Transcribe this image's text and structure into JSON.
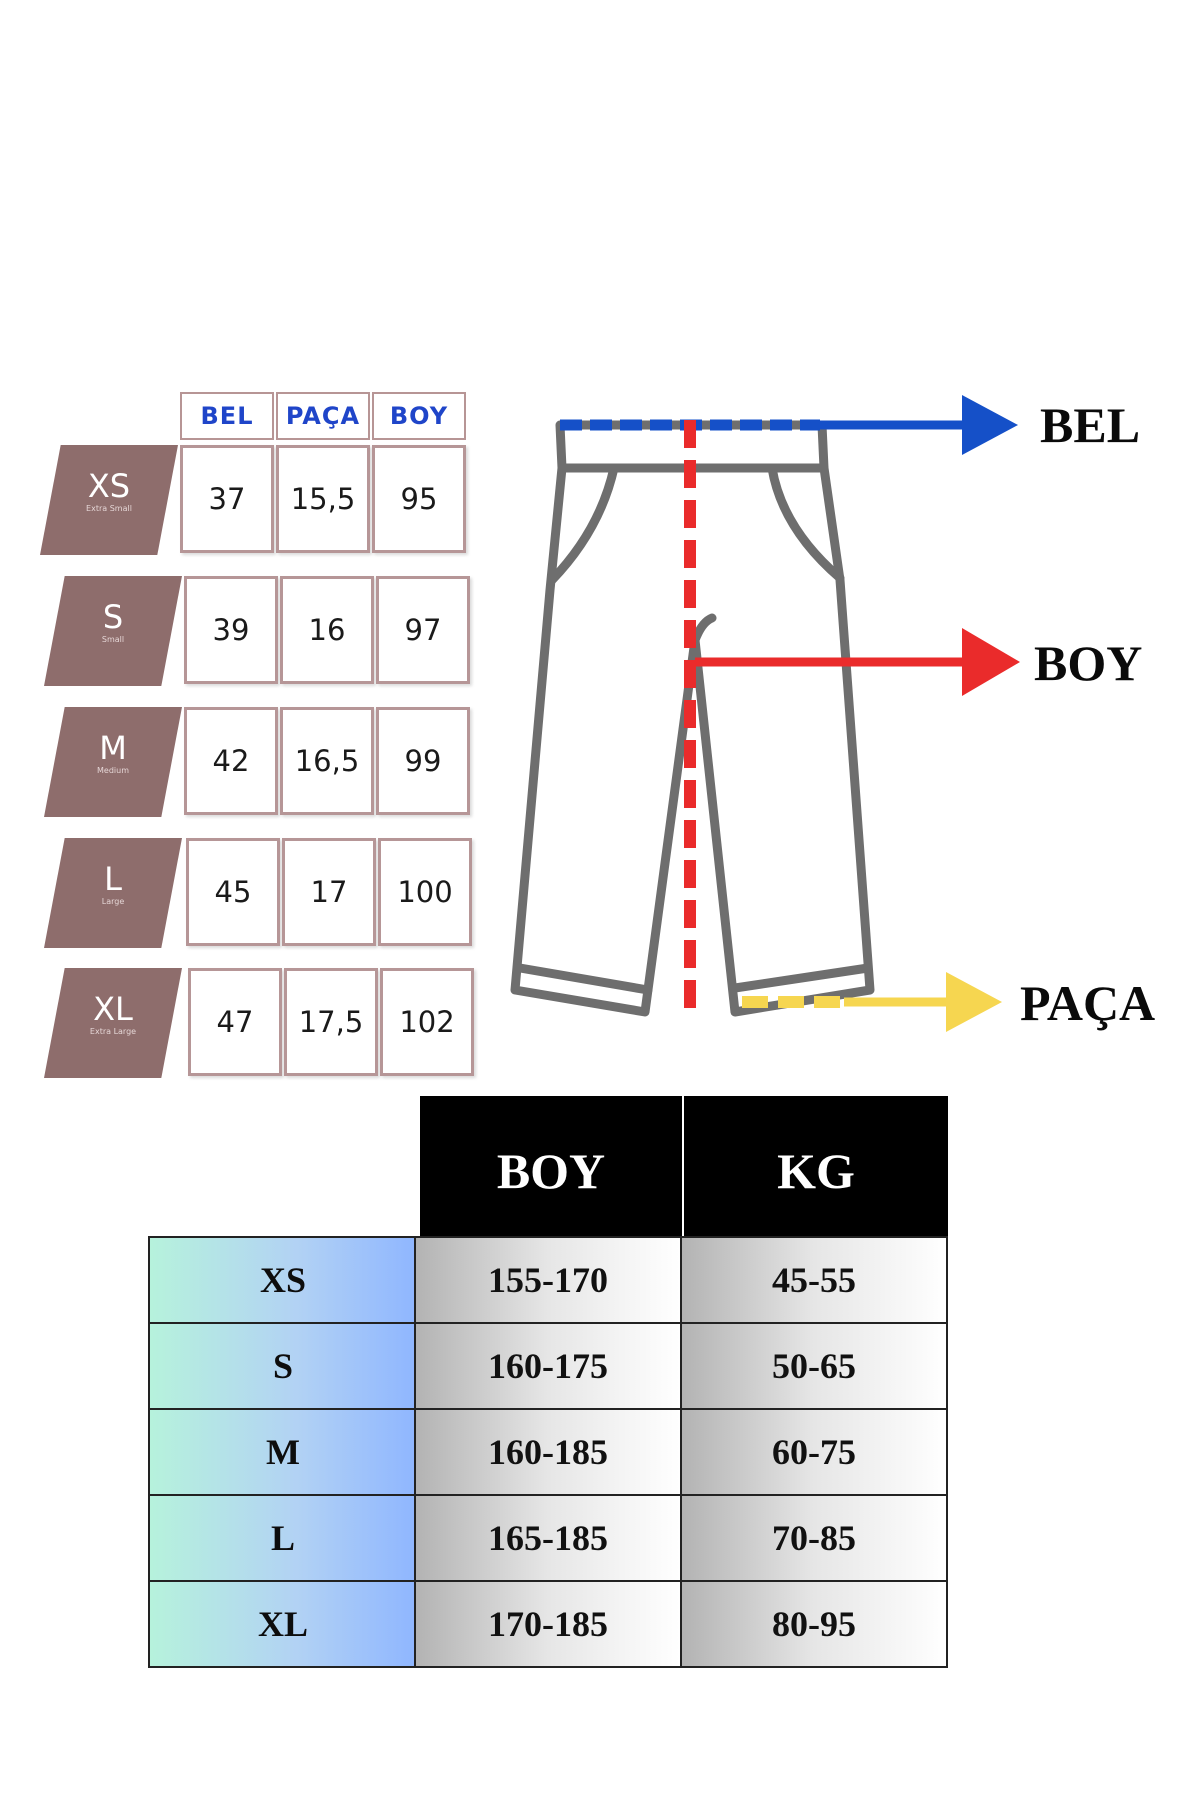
{
  "measure_table": {
    "headers": [
      "BEL",
      "PAÇA",
      "BOY"
    ],
    "rows": [
      {
        "size": "XS",
        "sub": "Extra Small",
        "bel": "37",
        "paca": "15,5",
        "boy": "95"
      },
      {
        "size": "S",
        "sub": "Small",
        "bel": "39",
        "paca": "16",
        "boy": "97"
      },
      {
        "size": "M",
        "sub": "Medium",
        "bel": "42",
        "paca": "16,5",
        "boy": "99"
      },
      {
        "size": "L",
        "sub": "Large",
        "bel": "45",
        "paca": "17",
        "boy": "100"
      },
      {
        "size": "XL",
        "sub": "Extra Large",
        "bel": "47",
        "paca": "17,5",
        "boy": "102"
      }
    ]
  },
  "diagram": {
    "labels": {
      "bel": "BEL",
      "boy": "BOY",
      "paca": "PAÇA"
    },
    "colors": {
      "bel": "#1550c8",
      "boy": "#ea2b2b",
      "paca": "#f6d650",
      "outline": "#6e6e6e"
    }
  },
  "size_table": {
    "headers": [
      "BOY",
      "KG"
    ],
    "rows": [
      {
        "size": "XS",
        "boy": "155-170",
        "kg": "45-55"
      },
      {
        "size": "S",
        "boy": "160-175",
        "kg": "50-65"
      },
      {
        "size": "M",
        "boy": "160-185",
        "kg": "60-75"
      },
      {
        "size": "L",
        "boy": "165-185",
        "kg": "70-85"
      },
      {
        "size": "XL",
        "boy": "170-185",
        "kg": "80-95"
      }
    ]
  }
}
